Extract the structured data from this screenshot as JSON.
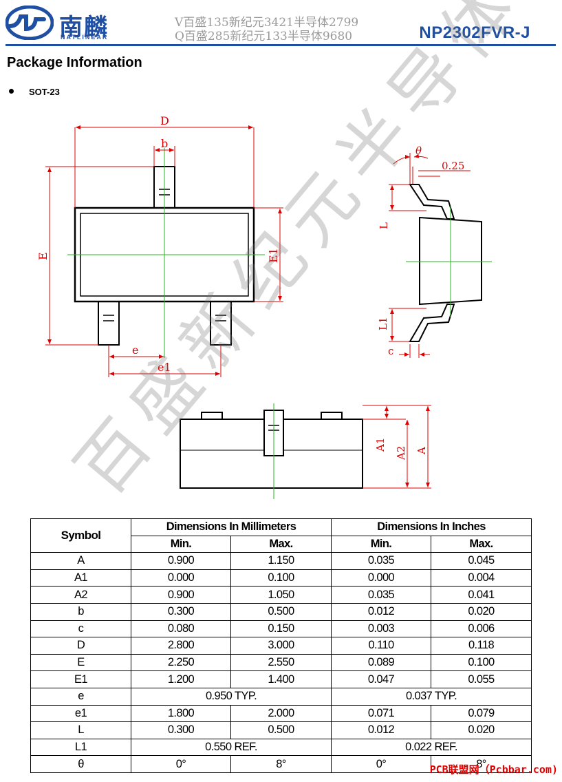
{
  "header": {
    "logo_cn": "南麟",
    "logo_en": "NATLINEAR",
    "watermark_line1": "V百盛135新纪元3421半导体2799",
    "watermark_line2": "Q百盛285新纪元133半导体9680",
    "part_number": "NP2302FVR-J",
    "brand_color": "#1f4fa3"
  },
  "section": {
    "title": "Package Information",
    "package": "SOT-23"
  },
  "drawing_labels": {
    "D": "D",
    "b": "b",
    "E": "E",
    "E1": "E1",
    "e": "e",
    "e1": "e1",
    "theta": "θ",
    "gauge": "0.25",
    "L": "L",
    "L1": "L1",
    "c": "c",
    "A1": "A1",
    "A2": "A2",
    "A": "A"
  },
  "table": {
    "symbol_header": "Symbol",
    "mm_header": "Dimensions In Millimeters",
    "in_header": "Dimensions In Inches",
    "min_label": "Min.",
    "max_label": "Max.",
    "rows": [
      {
        "symbol": "A",
        "mm_min": "0.900",
        "mm_max": "1.150",
        "in_min": "0.035",
        "in_max": "0.045"
      },
      {
        "symbol": "A1",
        "mm_min": "0.000",
        "mm_max": "0.100",
        "in_min": "0.000",
        "in_max": "0.004"
      },
      {
        "symbol": "A2",
        "mm_min": "0.900",
        "mm_max": "1.050",
        "in_min": "0.035",
        "in_max": "0.041"
      },
      {
        "symbol": "b",
        "mm_min": "0.300",
        "mm_max": "0.500",
        "in_min": "0.012",
        "in_max": "0.020"
      },
      {
        "symbol": "c",
        "mm_min": "0.080",
        "mm_max": "0.150",
        "in_min": "0.003",
        "in_max": "0.006"
      },
      {
        "symbol": "D",
        "mm_min": "2.800",
        "mm_max": "3.000",
        "in_min": "0.110",
        "in_max": "0.118"
      },
      {
        "symbol": "E",
        "mm_min": "2.250",
        "mm_max": "2.550",
        "in_min": "0.089",
        "in_max": "0.100"
      },
      {
        "symbol": "E1",
        "mm_min": "1.200",
        "mm_max": "1.400",
        "in_min": "0.047",
        "in_max": "0.055"
      },
      {
        "symbol": "e",
        "mm_merged": "0.950 TYP.",
        "in_merged": "0.037 TYP."
      },
      {
        "symbol": "e1",
        "mm_min": "1.800",
        "mm_max": "2.000",
        "in_min": "0.071",
        "in_max": "0.079"
      },
      {
        "symbol": "L",
        "mm_min": "0.300",
        "mm_max": "0.500",
        "in_min": "0.012",
        "in_max": "0.020"
      },
      {
        "symbol": "L1",
        "mm_merged": "0.550 REF.",
        "in_merged": "0.022 REF."
      },
      {
        "symbol": "θ",
        "mm_min": "0°",
        "mm_max": "8°",
        "in_min": "0°",
        "in_max": "8°"
      }
    ]
  },
  "watermark_diagonal": "百盛新纪元半导体",
  "footer_watermark": "PCB联盟网（Pcbbar.com)",
  "colors": {
    "dimension_red": "#e00000",
    "centerline_green": "#22bb22"
  }
}
